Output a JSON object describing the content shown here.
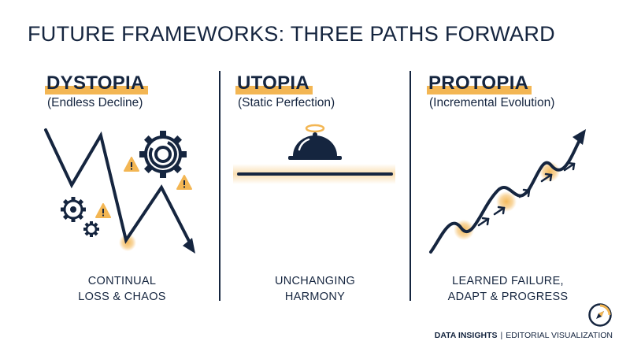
{
  "title": "FUTURE FRAMEWORKS: THREE PATHS FORWARD",
  "columns": [
    {
      "heading": "DYSTOPIA",
      "subtitle": "(Endless Decline)",
      "caption": [
        "CONTINUAL",
        "LOSS & CHAOS"
      ],
      "icons": [
        "zigzag-decline-arrow",
        "gear-icon",
        "warning-icon"
      ]
    },
    {
      "heading": "UTOPIA",
      "subtitle": "(Static Perfection)",
      "caption": [
        "UNCHANGING",
        "HARMONY"
      ],
      "icons": [
        "halo-dome-icon",
        "flat-line"
      ]
    },
    {
      "heading": "PROTOPIA",
      "subtitle": "(Incremental Evolution)",
      "caption": [
        "LEARNED FAILURE,",
        "ADAPT & PROGRESS"
      ],
      "icons": [
        "rising-wave-arrow",
        "arrow-icon"
      ]
    }
  ],
  "footer": {
    "brand": "DATA INSIGHTS",
    "separator": "|",
    "tagline": "EDITORIAL VISUALIZATION",
    "logo_icon": "compass-icon"
  },
  "colors": {
    "navy": "#15253f",
    "accent": "#f3b653"
  }
}
